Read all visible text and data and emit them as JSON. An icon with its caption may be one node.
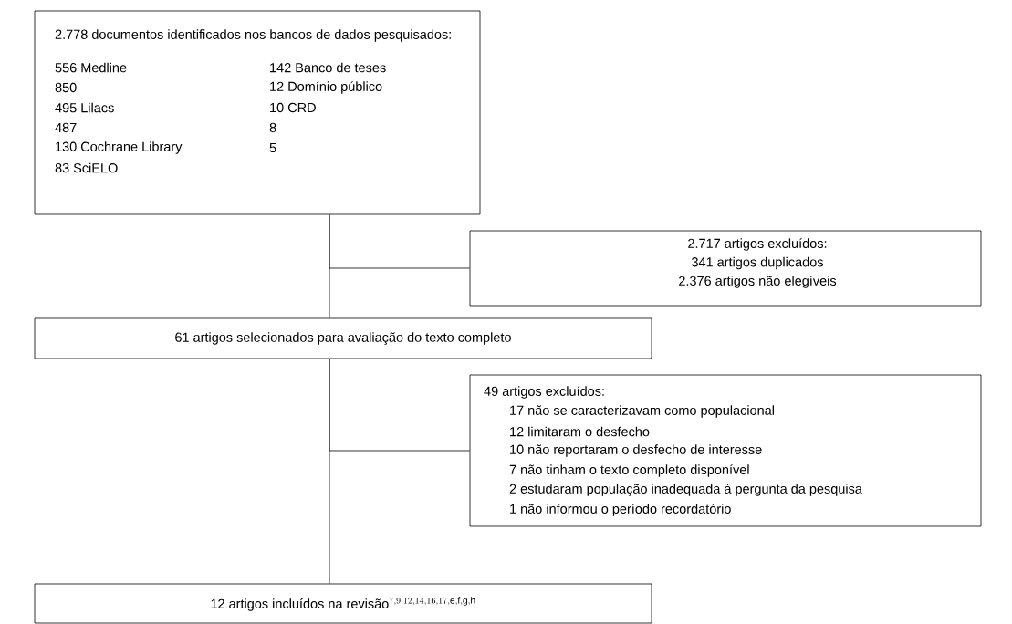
{
  "diagram": {
    "nodes": [
      {
        "text": [
          "2.778 documentos identificados nos bancos de dados pesquisados:",
          "556 Medline",
          "850",
          "495 Lilacs",
          "487",
          "130 Cochrane Library",
          "83 SciELO",
          "142 Banco de teses",
          "12 Domínio público",
          "10 CRD",
          "8",
          "5"
        ]
      },
      {
        "text": [
          "2.717 artigos excluídos:",
          "341 artigos duplicados",
          "2.376 artigos não elegíveis"
        ]
      },
      {
        "text": [
          "61 artigos selecionados para avaliação do texto completo"
        ]
      },
      {
        "text": [
          "49 artigos excluídos:",
          "17 não se caracterizavam como populacional",
          "12 limitaram o desfecho",
          "10 não reportaram o desfecho de interesse",
          "7 não tinham o texto completo disponível",
          "2 estudaram população inadequada à pergunta da pesquisa",
          "1 não informou o período recordatório"
        ]
      },
      {
        "text": [
          "12 artigos incluídos na revisão",
          "^{7,9,12,14,16,17,\\mathrm{e},\\mathrm{f},\\mathrm{g},\\mathrm{h}}"
        ]
      }
    ],
    "edges": [
      {
        "from": 0,
        "to": 2,
        "arrow": "none"
      },
      {
        "from": 0,
        "to": 1,
        "arrow": "none"
      },
      {
        "from": 2,
        "to": 4,
        "arrow": "none"
      },
      {
        "from": 2,
        "to": 3,
        "arrow": "none"
      }
    ]
  }
}
